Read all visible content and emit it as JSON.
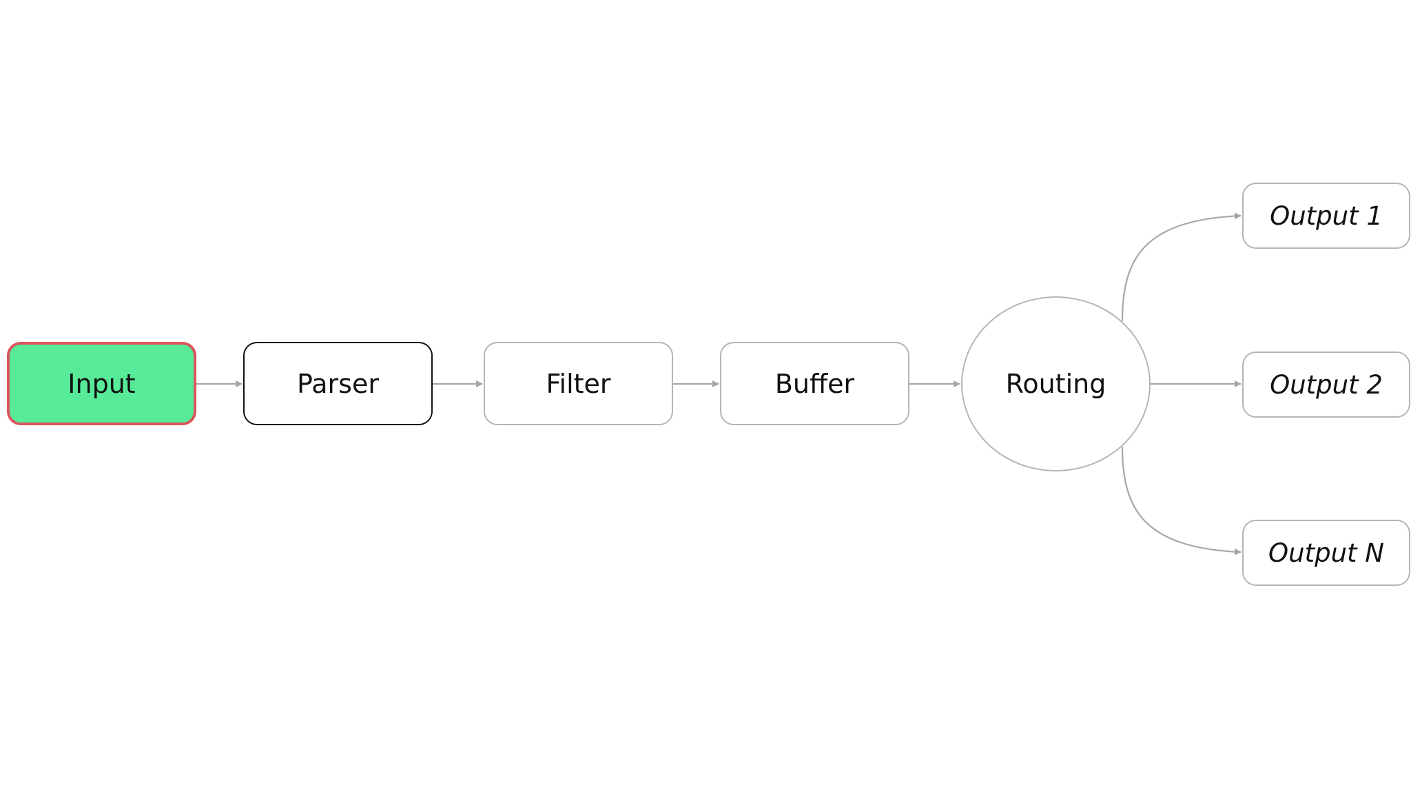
{
  "nodes": {
    "input": {
      "label": "Input",
      "fill": "#57eb99",
      "border": "#d9565a"
    },
    "parser": {
      "label": "Parser",
      "border": "#111111"
    },
    "filter": {
      "label": "Filter",
      "border": "#b5b5b5"
    },
    "buffer": {
      "label": "Buffer",
      "border": "#b5b5b5"
    },
    "routing": {
      "label": "Routing",
      "border": "#b5b5b5"
    },
    "output1": {
      "label": "Output 1",
      "border": "#b5b5b5"
    },
    "output2": {
      "label": "Output 2",
      "border": "#b5b5b5"
    },
    "outputN": {
      "label": "Output N",
      "border": "#b5b5b5"
    }
  },
  "edges": [
    {
      "from": "input",
      "to": "parser"
    },
    {
      "from": "parser",
      "to": "filter"
    },
    {
      "from": "filter",
      "to": "buffer"
    },
    {
      "from": "buffer",
      "to": "routing"
    },
    {
      "from": "routing",
      "to": "output1"
    },
    {
      "from": "routing",
      "to": "output2"
    },
    {
      "from": "routing",
      "to": "outputN"
    }
  ],
  "colors": {
    "edge": "#a6a6a6",
    "text": "#111111"
  }
}
